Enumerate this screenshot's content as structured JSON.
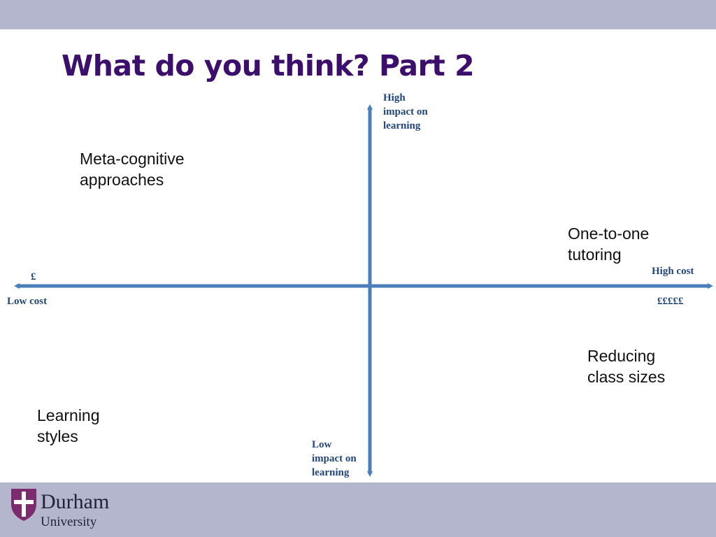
{
  "slide": {
    "title": "What do you think? Part 2"
  },
  "axes": {
    "vertical_top": [
      "High",
      "impact on",
      "learning"
    ],
    "vertical_bottom": [
      "Low",
      "impact on",
      "learning"
    ],
    "horizontal_left_symbol": "£",
    "horizontal_left_label": "Low cost",
    "horizontal_right_label": "High cost",
    "horizontal_right_symbol": "£££££",
    "axis_color": "#4a7ebb"
  },
  "items": {
    "metacognitive": [
      "Meta-cognitive",
      "approaches"
    ],
    "tutoring": [
      "One-to-one",
      "tutoring"
    ],
    "class_sizes": [
      "Reducing",
      "class sizes"
    ],
    "learning_styles": [
      "Learning",
      "styles"
    ]
  },
  "footer": {
    "logo_name": "Durham",
    "logo_sub": "University",
    "logo_color": "#7b2b6e"
  }
}
